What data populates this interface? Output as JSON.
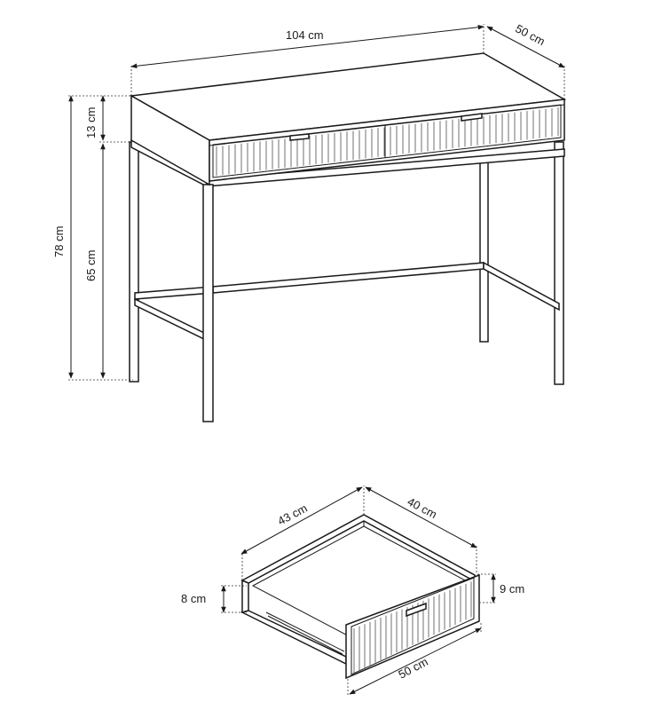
{
  "desk": {
    "width_label": "104 cm",
    "depth_label": "50 cm",
    "total_height_label": "78 cm",
    "top_height_label": "13 cm",
    "leg_height_label": "65 cm"
  },
  "drawer": {
    "inner_width_label": "43 cm",
    "inner_depth_label": "40 cm",
    "front_height_label": "8 cm",
    "side_height_label": "9 cm",
    "outer_width_label": "50 cm"
  }
}
